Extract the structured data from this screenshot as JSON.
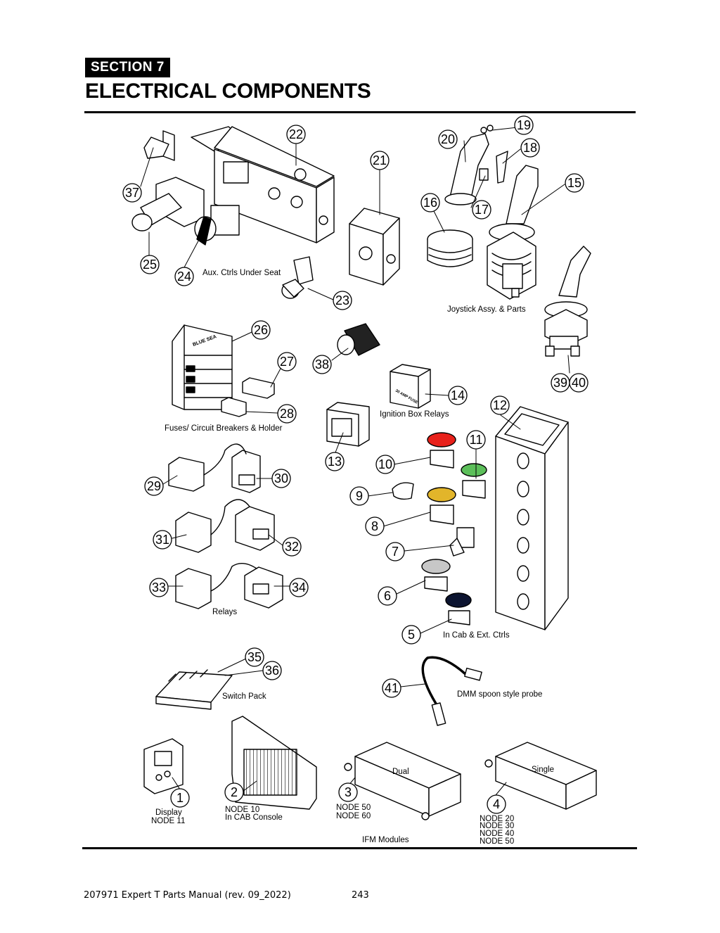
{
  "header": {
    "section_label": "SECTION  7",
    "title": "ELECTRICAL COMPONENTS"
  },
  "captions": {
    "aux_ctrls": "Aux. Ctrls Under Seat",
    "joystick": "Joystick Assy. & Parts",
    "fuses": "Fuses/ Circuit Breakers & Holder",
    "ignition": "Ignition Box Relays",
    "relays": "Relays",
    "in_cab": "In Cab & Ext. Ctrls",
    "switch_pack": "Switch Pack",
    "probe": "DMM spoon style probe",
    "display_1": "Display",
    "display_2": "NODE 11",
    "node10_1": "NODE 10",
    "node10_2": "In CAB Console",
    "dual": "Dual",
    "single": "Single",
    "node50_60_1": "NODE 50",
    "node50_60_2": "NODE 60",
    "ifm": "IFM Modules",
    "nodes4_1": "NODE 20",
    "nodes4_2": "NODE 30",
    "nodes4_3": "NODE 40",
    "nodes4_4": "NODE 50",
    "fuse_holder_brand": "BLUE SEA",
    "relay_label": "30 AMP FUSE"
  },
  "callouts": {
    "c1": "1",
    "c2": "2",
    "c3": "3",
    "c4": "4",
    "c5": "5",
    "c6": "6",
    "c7": "7",
    "c8": "8",
    "c9": "9",
    "c10": "10",
    "c11": "11",
    "c12": "12",
    "c13": "13",
    "c14": "14",
    "c15": "15",
    "c16": "16",
    "c17": "17",
    "c18": "18",
    "c19": "19",
    "c20": "20",
    "c21": "21",
    "c22": "22",
    "c23": "23",
    "c24": "24",
    "c25": "25",
    "c26": "26",
    "c27": "27",
    "c28": "28",
    "c29": "29",
    "c30": "30",
    "c31": "31",
    "c32": "32",
    "c33": "33",
    "c34": "34",
    "c35": "35",
    "c36": "36",
    "c37": "37",
    "c38": "38",
    "c39": "39",
    "c40": "40",
    "c41": "41"
  },
  "footer": {
    "manual": "207971 Expert T Parts Manual (rev. 09_2022)",
    "page_number": "243"
  },
  "colors": {
    "red_button": "#e8211b",
    "green_button": "#5cbf5a",
    "yellow_button": "#e2b52a",
    "gray_button": "#c7c7c7",
    "navy_button": "#0c1430"
  }
}
